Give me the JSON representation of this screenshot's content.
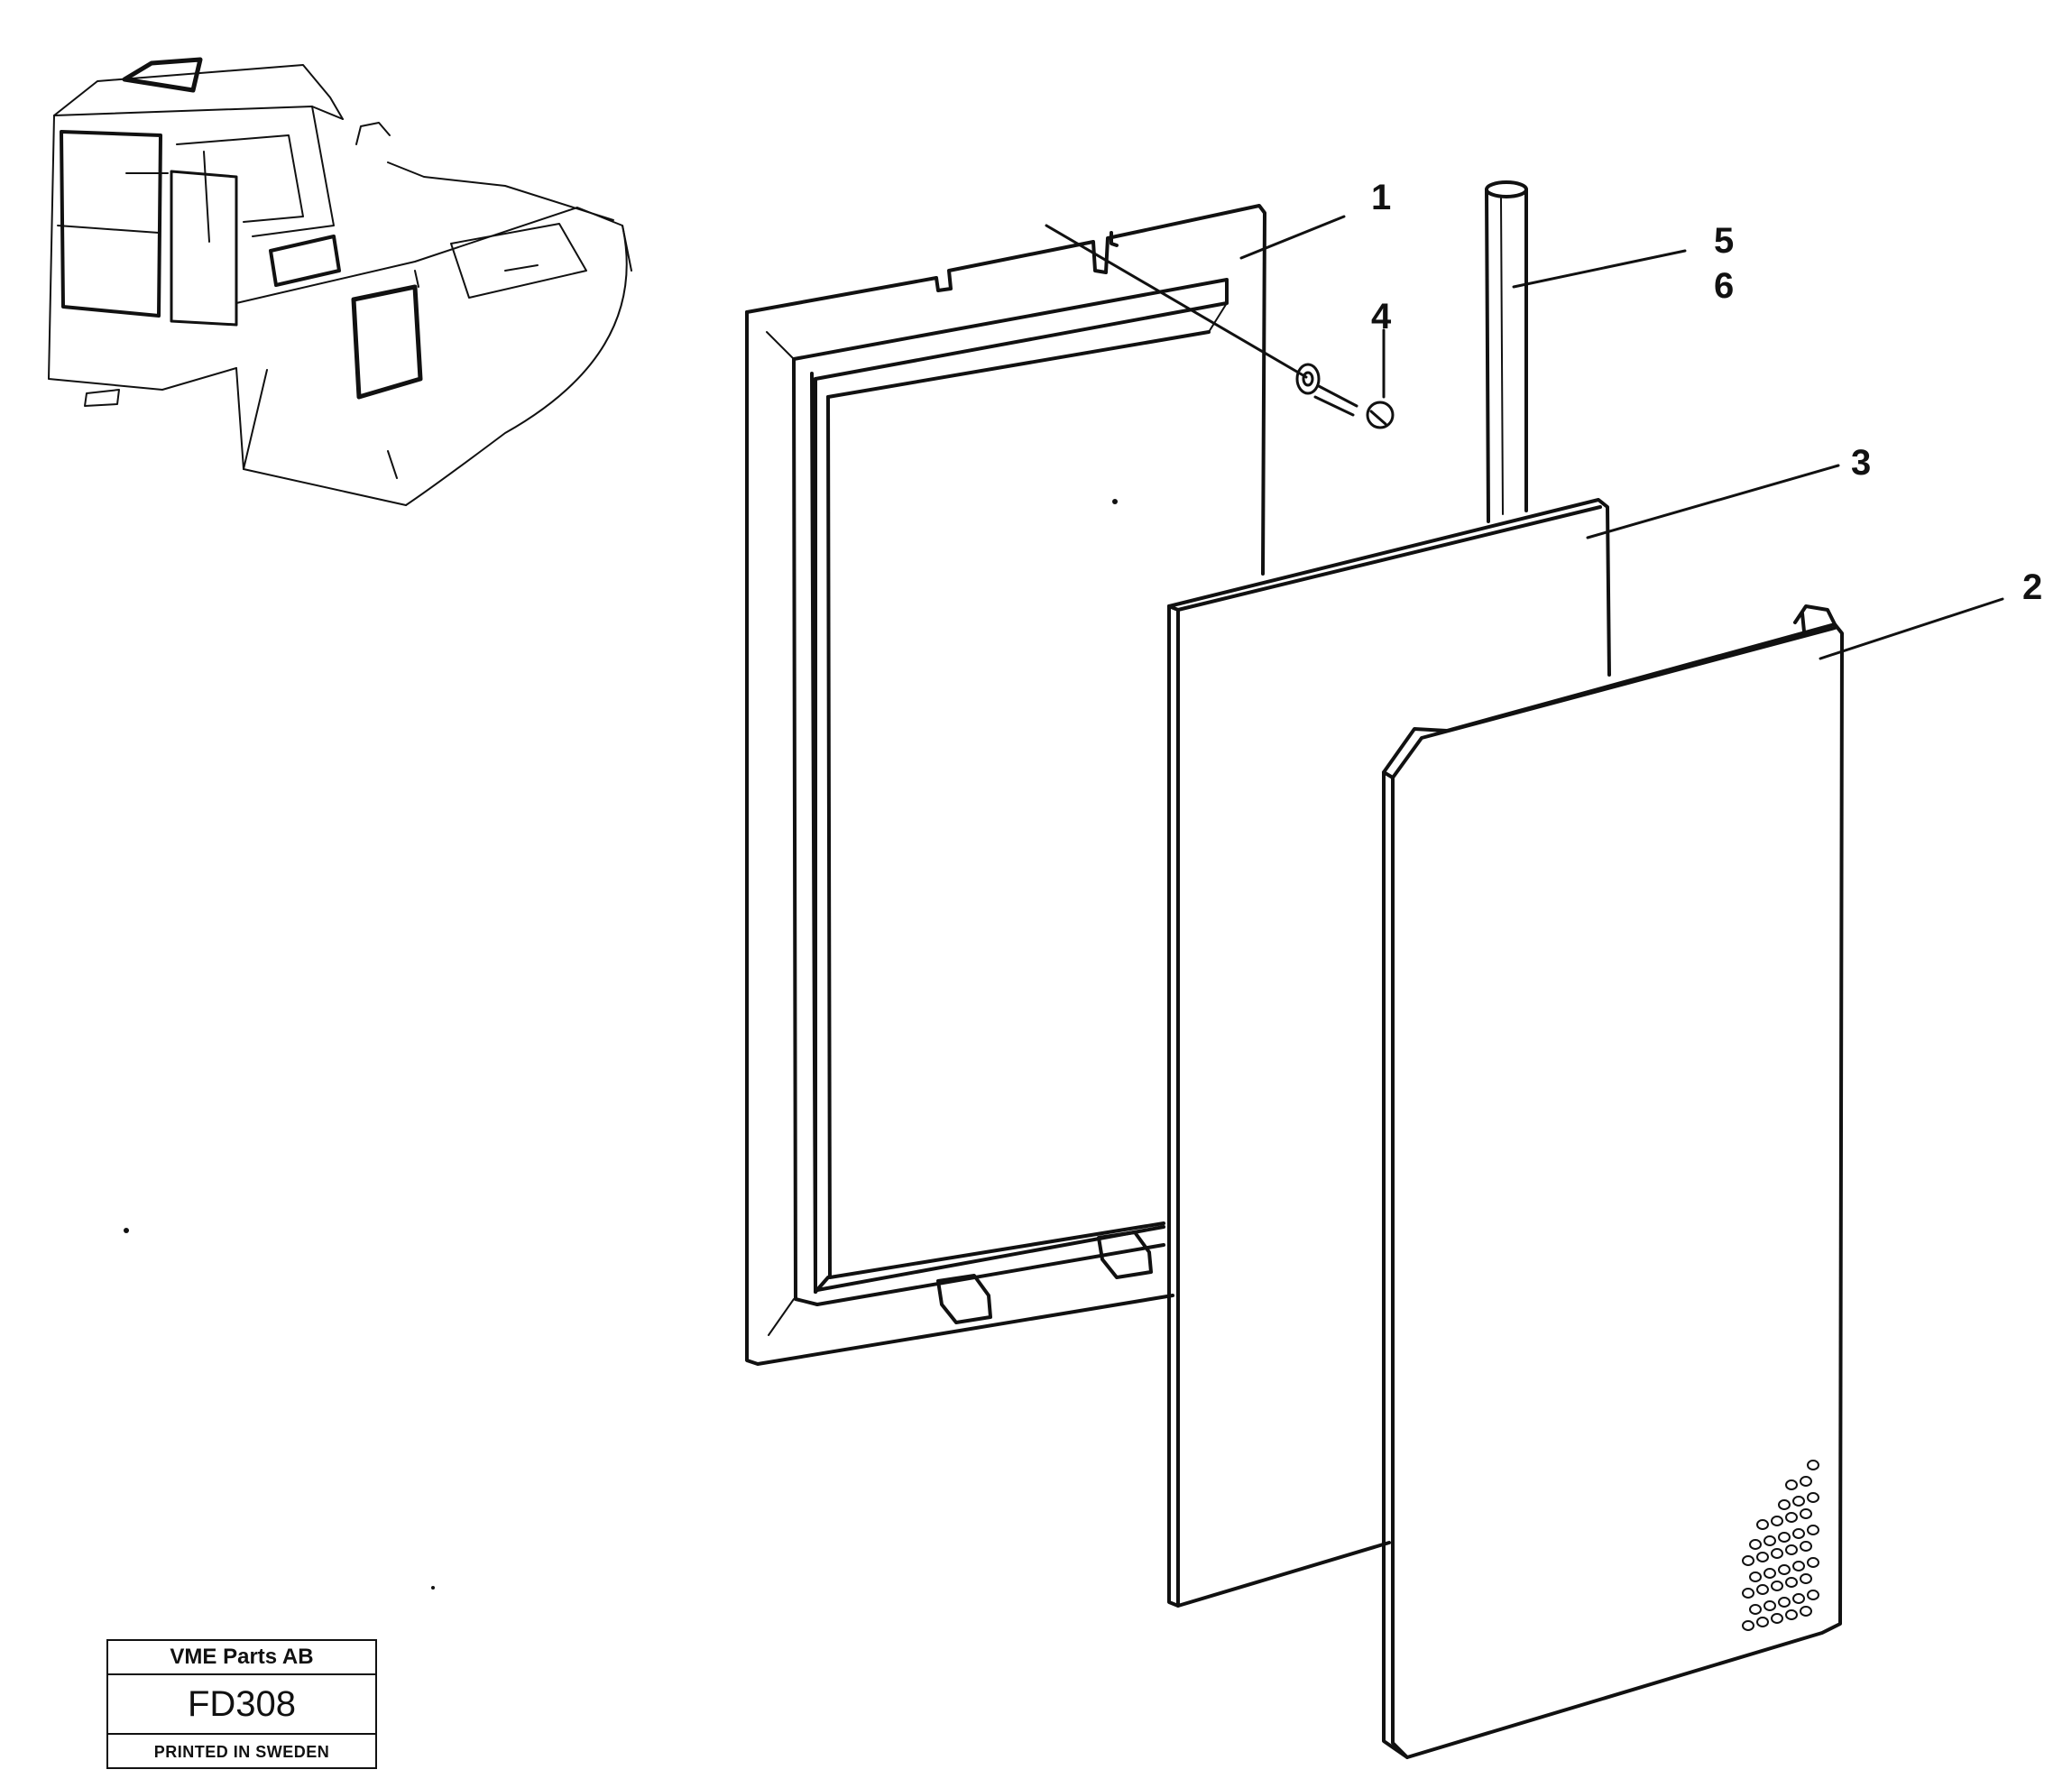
{
  "callouts": {
    "c1": "1",
    "c2": "2",
    "c3": "3",
    "c4": "4",
    "c5": "5",
    "c6": "6"
  },
  "title_block": {
    "company": "VME Parts AB",
    "drawing_code": "FD308",
    "printed": "PRINTED IN SWEDEN"
  },
  "colors": {
    "line": "#111111",
    "background": "#ffffff"
  }
}
